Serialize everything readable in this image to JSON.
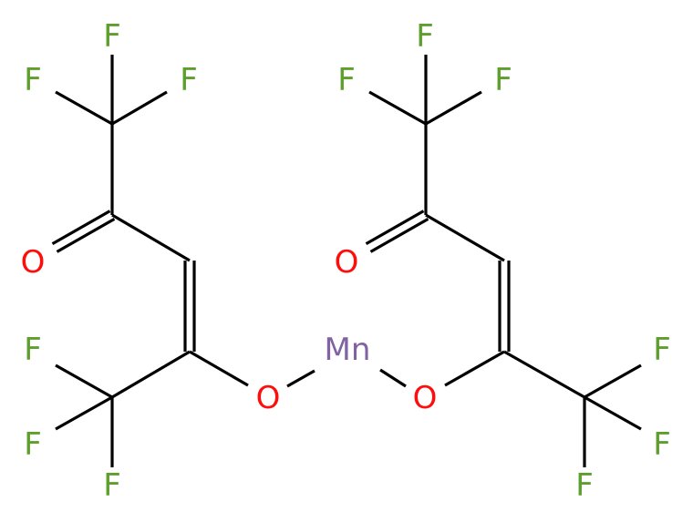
{
  "atoms": [
    {
      "id": "f1",
      "symbol": "F",
      "color": "#5d9f2b"
    },
    {
      "id": "f2",
      "symbol": "F",
      "color": "#5d9f2b"
    },
    {
      "id": "f3",
      "symbol": "F",
      "color": "#5d9f2b"
    },
    {
      "id": "o1",
      "symbol": "O",
      "color": "#ff0d0d"
    },
    {
      "id": "f4",
      "symbol": "F",
      "color": "#5d9f2b"
    },
    {
      "id": "f5",
      "symbol": "F",
      "color": "#5d9f2b"
    },
    {
      "id": "f6",
      "symbol": "F",
      "color": "#5d9f2b"
    },
    {
      "id": "o2",
      "symbol": "O",
      "color": "#ff0d0d"
    },
    {
      "id": "mn",
      "symbol": "Mn",
      "color": "#8163a3"
    },
    {
      "id": "o3",
      "symbol": "O",
      "color": "#ff0d0d"
    },
    {
      "id": "f7",
      "symbol": "F",
      "color": "#5d9f2b"
    },
    {
      "id": "f8",
      "symbol": "F",
      "color": "#5d9f2b"
    },
    {
      "id": "f9",
      "symbol": "F",
      "color": "#5d9f2b"
    },
    {
      "id": "o4",
      "symbol": "O",
      "color": "#ff0d0d"
    },
    {
      "id": "f10",
      "symbol": "F",
      "color": "#5d9f2b"
    },
    {
      "id": "f11",
      "symbol": "F",
      "color": "#5d9f2b"
    },
    {
      "id": "f12",
      "symbol": "F",
      "color": "#5d9f2b"
    }
  ],
  "bonds": [
    {
      "id": "b1",
      "order": 1
    },
    {
      "id": "b2",
      "order": 1
    },
    {
      "id": "b3",
      "order": 1
    },
    {
      "id": "b4",
      "order": 1
    },
    {
      "id": "b5",
      "order": 2
    },
    {
      "id": "b6",
      "order": 1
    },
    {
      "id": "b7",
      "order": 2
    },
    {
      "id": "b8",
      "order": 1
    },
    {
      "id": "b9",
      "order": 1
    },
    {
      "id": "b10",
      "order": 1
    },
    {
      "id": "b11",
      "order": 1
    },
    {
      "id": "b12",
      "order": 1
    },
    {
      "id": "b13",
      "order": 1
    },
    {
      "id": "b14",
      "order": 1
    },
    {
      "id": "b15",
      "order": 1
    },
    {
      "id": "b16",
      "order": 1
    },
    {
      "id": "b17",
      "order": 1
    },
    {
      "id": "b18",
      "order": 1
    },
    {
      "id": "b19",
      "order": 2
    },
    {
      "id": "b20",
      "order": 1
    },
    {
      "id": "b21",
      "order": 2
    },
    {
      "id": "b22",
      "order": 1
    },
    {
      "id": "b23",
      "order": 1
    },
    {
      "id": "b24",
      "order": 1
    },
    {
      "id": "b25",
      "order": 1
    },
    {
      "id": "b26",
      "order": 1
    }
  ]
}
